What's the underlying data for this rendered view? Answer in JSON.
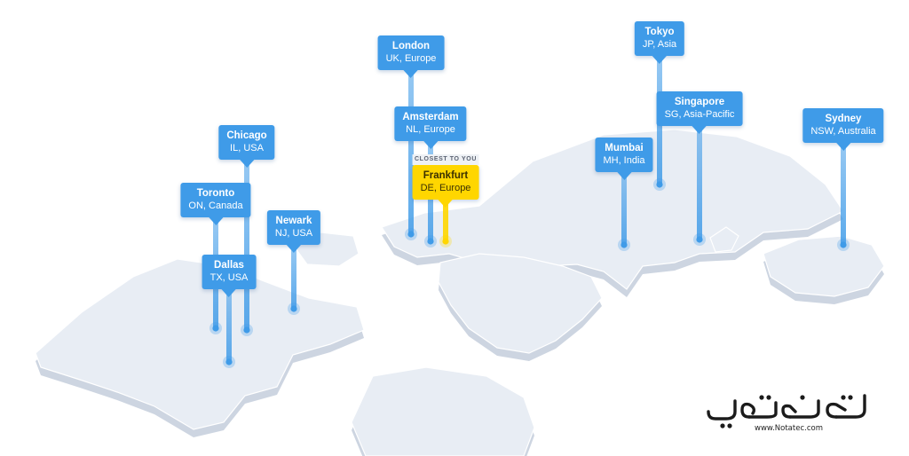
{
  "locations": [
    {
      "id": "london",
      "city": "London",
      "region": "UK, Europe",
      "highlight": false
    },
    {
      "id": "tokyo",
      "city": "Tokyo",
      "region": "JP, Asia",
      "highlight": false
    },
    {
      "id": "singapore",
      "city": "Singapore",
      "region": "SG, Asia-Pacific",
      "highlight": false
    },
    {
      "id": "amsterdam",
      "city": "Amsterdam",
      "region": "NL, Europe",
      "highlight": false
    },
    {
      "id": "sydney",
      "city": "Sydney",
      "region": "NSW, Australia",
      "highlight": false
    },
    {
      "id": "chicago",
      "city": "Chicago",
      "region": "IL, USA",
      "highlight": false
    },
    {
      "id": "mumbai",
      "city": "Mumbai",
      "region": "MH, India",
      "highlight": false
    },
    {
      "id": "frankfurt",
      "city": "Frankfurt",
      "region": "DE, Europe",
      "highlight": true,
      "tag": "CLOSEST TO YOU"
    },
    {
      "id": "toronto",
      "city": "Toronto",
      "region": "ON, Canada",
      "highlight": false
    },
    {
      "id": "newark",
      "city": "Newark",
      "region": "NJ, USA",
      "highlight": false
    },
    {
      "id": "dallas",
      "city": "Dallas",
      "region": "TX, USA",
      "highlight": false
    }
  ],
  "colors": {
    "pin": "#3f9be8",
    "highlight": "#ffd600",
    "land": "#e8edf4",
    "land_side": "#cdd5e1"
  },
  "watermark": {
    "logo_text": "نوتةتقنية",
    "url": "www.Notatec.com"
  }
}
